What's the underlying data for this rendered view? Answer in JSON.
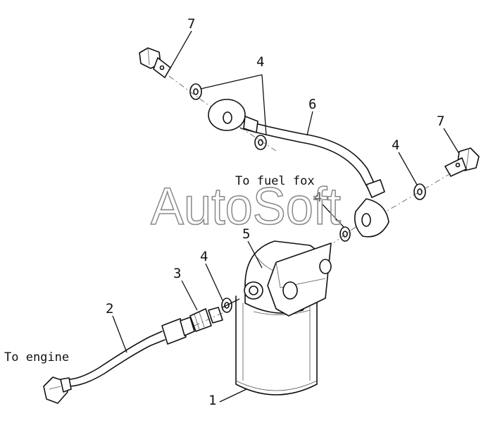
{
  "captions": {
    "to_fuel_box": "To fuel fox",
    "to_engine": "To engine"
  },
  "part_numbers": {
    "filter": "1",
    "hose": "2",
    "connector": "3",
    "washer_a": "4",
    "washer_b": "4",
    "washer_c": "4",
    "washer_d": "4",
    "bracket": "5",
    "pipe": "6",
    "bolt_a": "7",
    "bolt_b": "7"
  },
  "watermark": "AutoSoft"
}
